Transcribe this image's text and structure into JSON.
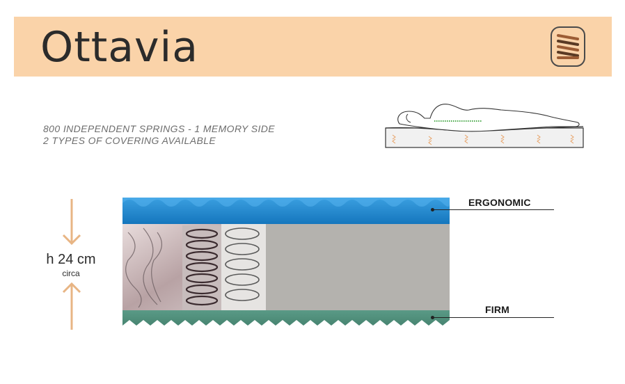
{
  "header": {
    "title": "Ottavia",
    "icon": "spring-coil-icon",
    "band_color": "#fad3a9"
  },
  "features": [
    "800 INDEPENDENT SPRINGS - 1 MEMORY SIDE",
    "2 TYPES OF COVERING AVAILABLE"
  ],
  "illustration": {
    "icon": "sleeping-person-icon"
  },
  "height": {
    "value": "h 24 cm",
    "note": "circa"
  },
  "layers": {
    "top": {
      "label": "ERGONOMIC",
      "color": "#1c8dd3"
    },
    "bottom": {
      "label": "FIRM",
      "color": "#4e8c79"
    }
  },
  "colors": {
    "accent": "#e8b584",
    "text": "#2b2b2b"
  }
}
